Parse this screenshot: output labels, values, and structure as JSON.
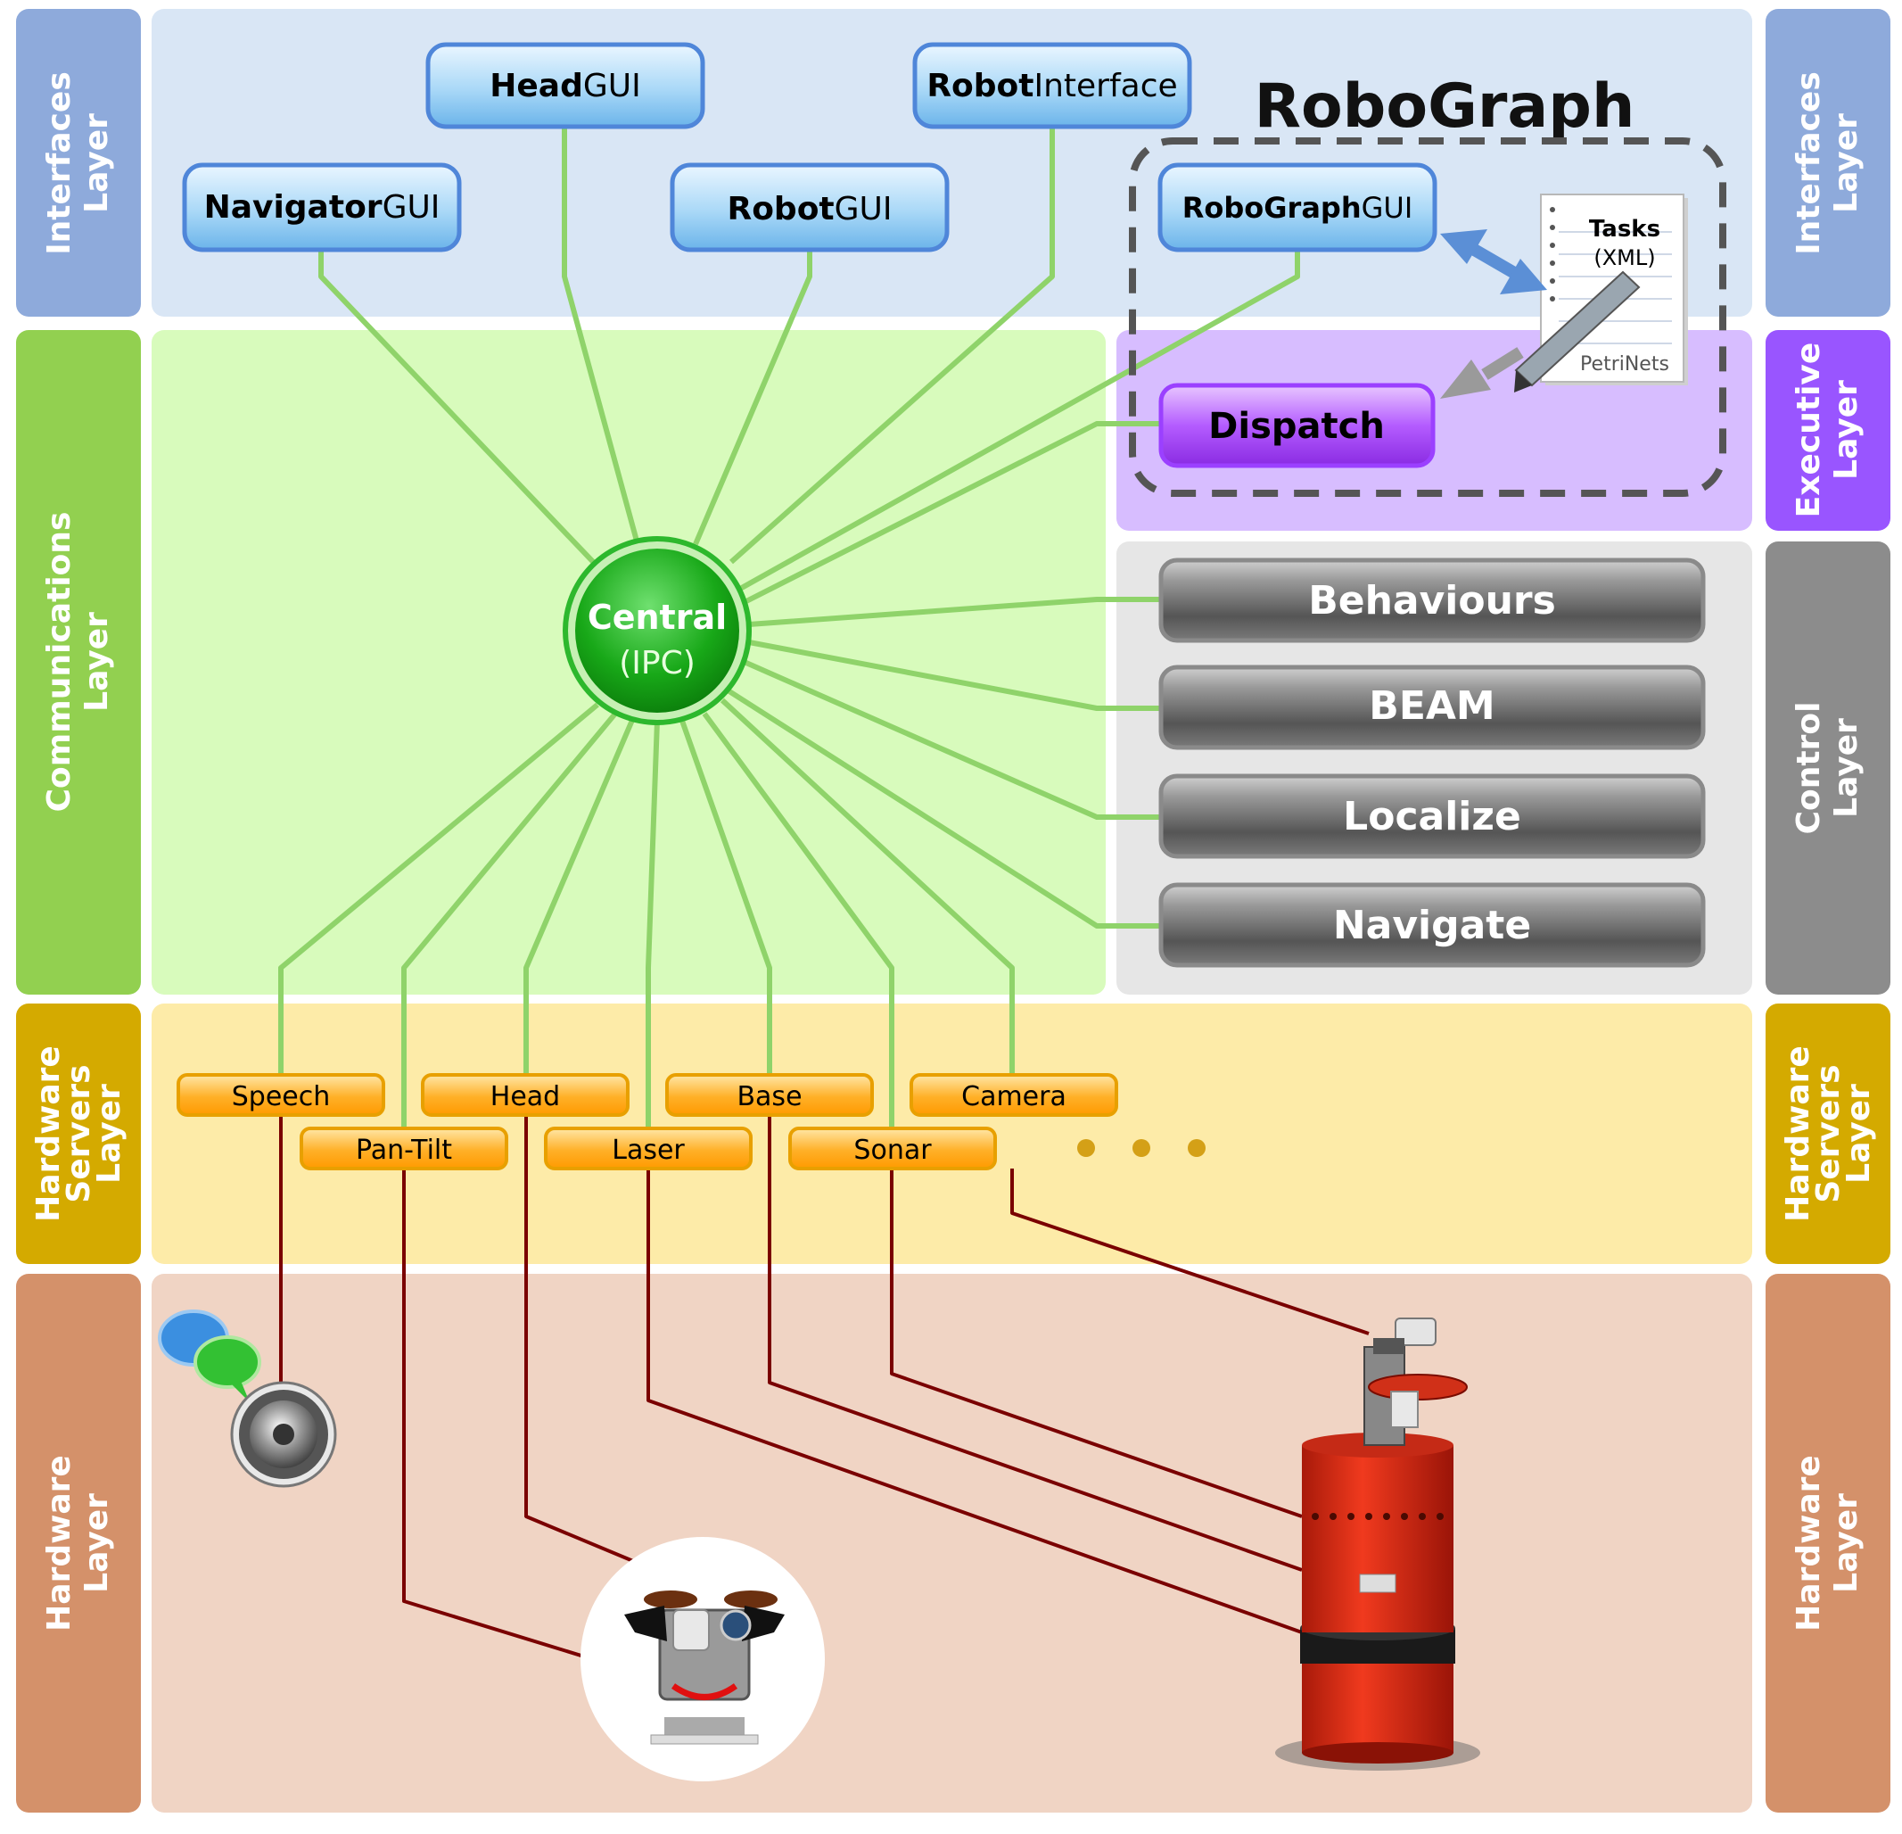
{
  "layers": {
    "interfaces": "Interfaces Layer",
    "communications": "Communications Layer",
    "executive": "Executive Layer",
    "control": "Control Layer",
    "hardware_servers": "Hardware Servers Layer",
    "hardware": "Hardware Layer"
  },
  "title": "RoboGraph",
  "interfaces": {
    "navigator": {
      "bold": "Navigator",
      "rest": "GUI"
    },
    "head": {
      "bold": "Head",
      "rest": "GUI"
    },
    "robot": {
      "bold": "Robot",
      "rest": "GUI"
    },
    "robot_interface": {
      "bold": "Robot",
      "rest": "Interface"
    },
    "robograph": {
      "bold": "RoboGraph",
      "rest": "GUI"
    }
  },
  "tasks": {
    "title": "Tasks",
    "format": "(XML)",
    "subtitle": "PetriNets"
  },
  "dispatch": "Dispatch",
  "central": {
    "name": "Central",
    "sub": "(IPC)"
  },
  "control_modules": [
    "Behaviours",
    "BEAM",
    "Localize",
    "Navigate"
  ],
  "hardware_servers": [
    "Speech",
    "Head",
    "Base",
    "Camera",
    "Pan-Tilt",
    "Laser",
    "Sonar"
  ],
  "colors": {
    "interfaces": "#8eaadb",
    "communications": "#92d050",
    "executive": "#9955ff",
    "control": "#8c8c8c",
    "hardware_servers": "#d4aa00",
    "hardware": "#d4916a",
    "wire_green": "#8fd36a",
    "wire_red": "#7a0000"
  }
}
